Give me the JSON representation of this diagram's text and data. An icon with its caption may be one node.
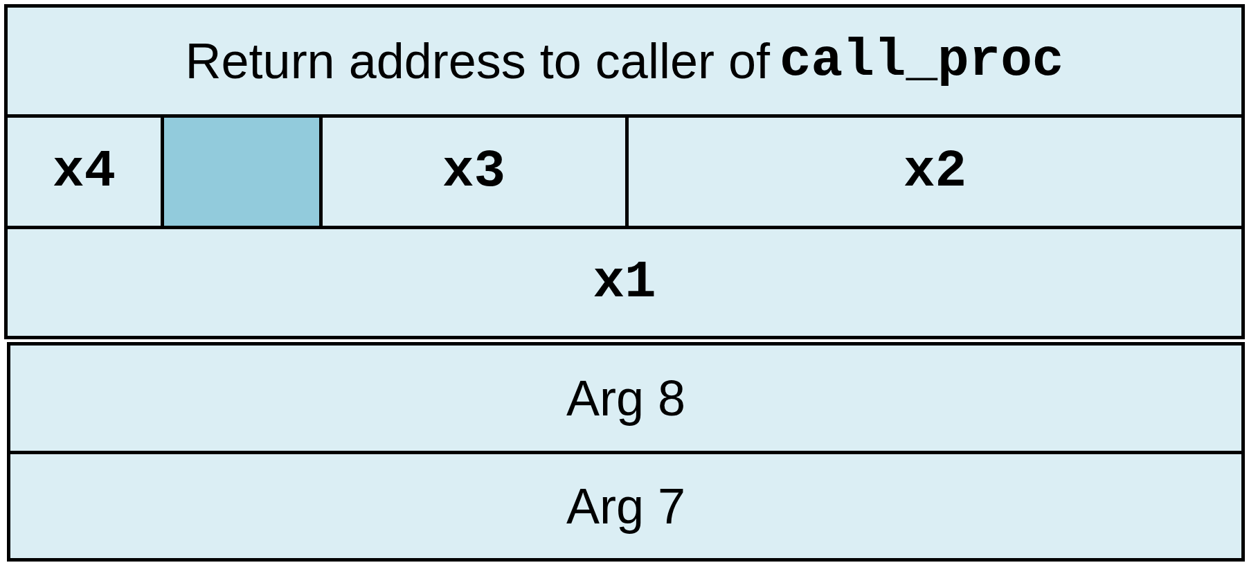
{
  "diagram": {
    "nodes": [
      {
        "text": [
          "Return address to caller of",
          "call_proc"
        ]
      },
      {
        "text": [
          "x4"
        ]
      },
      {
        "text": [],
        "shape": "box"
      },
      {
        "text": [
          "x3"
        ]
      },
      {
        "text": [
          "x2"
        ]
      },
      {
        "text": [
          "x1"
        ]
      },
      {
        "text": [
          "Arg 8"
        ]
      },
      {
        "text": [
          "Arg 7"
        ]
      }
    ]
  }
}
